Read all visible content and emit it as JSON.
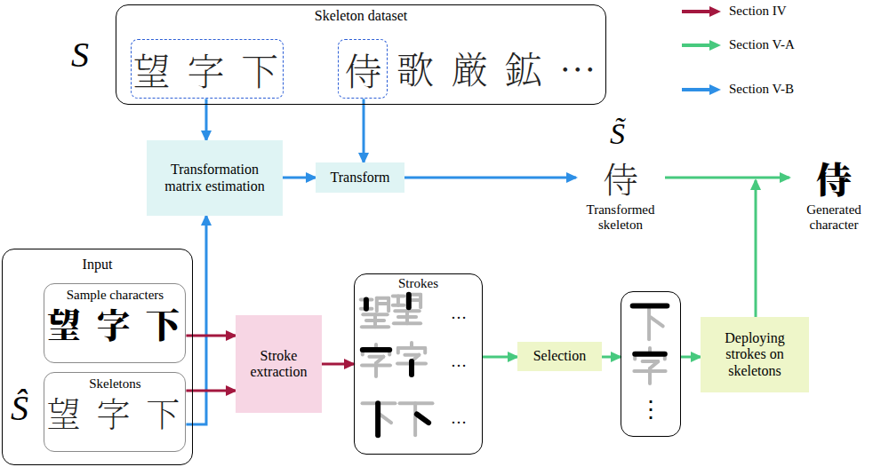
{
  "diagram": {
    "nodes": [
      {
        "text": [
          "Skeleton dataset",
          "歌 厳 鉱 …"
        ]
      },
      {
        "text": [
          "望 字 下"
        ],
        "in": 0
      },
      {
        "text": [
          "侍"
        ],
        "in": 0
      },
      {
        "text": [
          "Transformation matrix estimation"
        ]
      },
      {
        "text": [
          "Transform"
        ]
      },
      {
        "text": [
          "侍",
          "Transformed skeleton"
        ]
      },
      {
        "text": [
          "侍",
          "Generated character"
        ]
      },
      {
        "text": [
          "Input"
        ]
      },
      {
        "text": [
          "Sample characters",
          "望 字 下"
        ],
        "in": 7
      },
      {
        "text": [
          "Skeletons",
          "望 字 下"
        ],
        "in": 7
      },
      {
        "text": [
          "Stroke extraction"
        ]
      },
      {
        "text": [
          "Strokes",
          "…",
          "…",
          "…"
        ]
      },
      {
        "text": [
          "Selection"
        ]
      },
      {
        "text": [
          "⋮"
        ]
      },
      {
        "text": [
          "Deploying strokes on skeletons"
        ]
      }
    ],
    "edges": [
      {
        "from": 1,
        "to": 3,
        "arrow": "to"
      },
      {
        "from": 2,
        "to": 4,
        "arrow": "to"
      },
      {
        "from": 3,
        "to": 4,
        "arrow": "to"
      },
      {
        "from": 4,
        "to": 5,
        "arrow": "to"
      },
      {
        "from": 5,
        "to": 6,
        "arrow": "to"
      },
      {
        "from": 9,
        "to": 3,
        "arrow": "to"
      },
      {
        "from": 8,
        "to": 10,
        "arrow": "to"
      },
      {
        "from": 9,
        "to": 10,
        "arrow": "to"
      },
      {
        "from": 10,
        "to": 11,
        "arrow": "to"
      },
      {
        "from": 11,
        "to": 12,
        "arrow": "to"
      },
      {
        "from": 12,
        "to": 13,
        "arrow": "to"
      },
      {
        "from": 13,
        "to": 14,
        "arrow": "to"
      },
      {
        "from": 14,
        "to": 6,
        "arrow": "to"
      }
    ],
    "labels": [
      "S",
      "S̃",
      "Ŝ"
    ],
    "legend": [
      {
        "text": "Section IV",
        "color": "#a3173f"
      },
      {
        "text": "Section V-A",
        "color": "#47c97e"
      },
      {
        "text": "Section V-B",
        "color": "#2d8fe6"
      }
    ]
  }
}
